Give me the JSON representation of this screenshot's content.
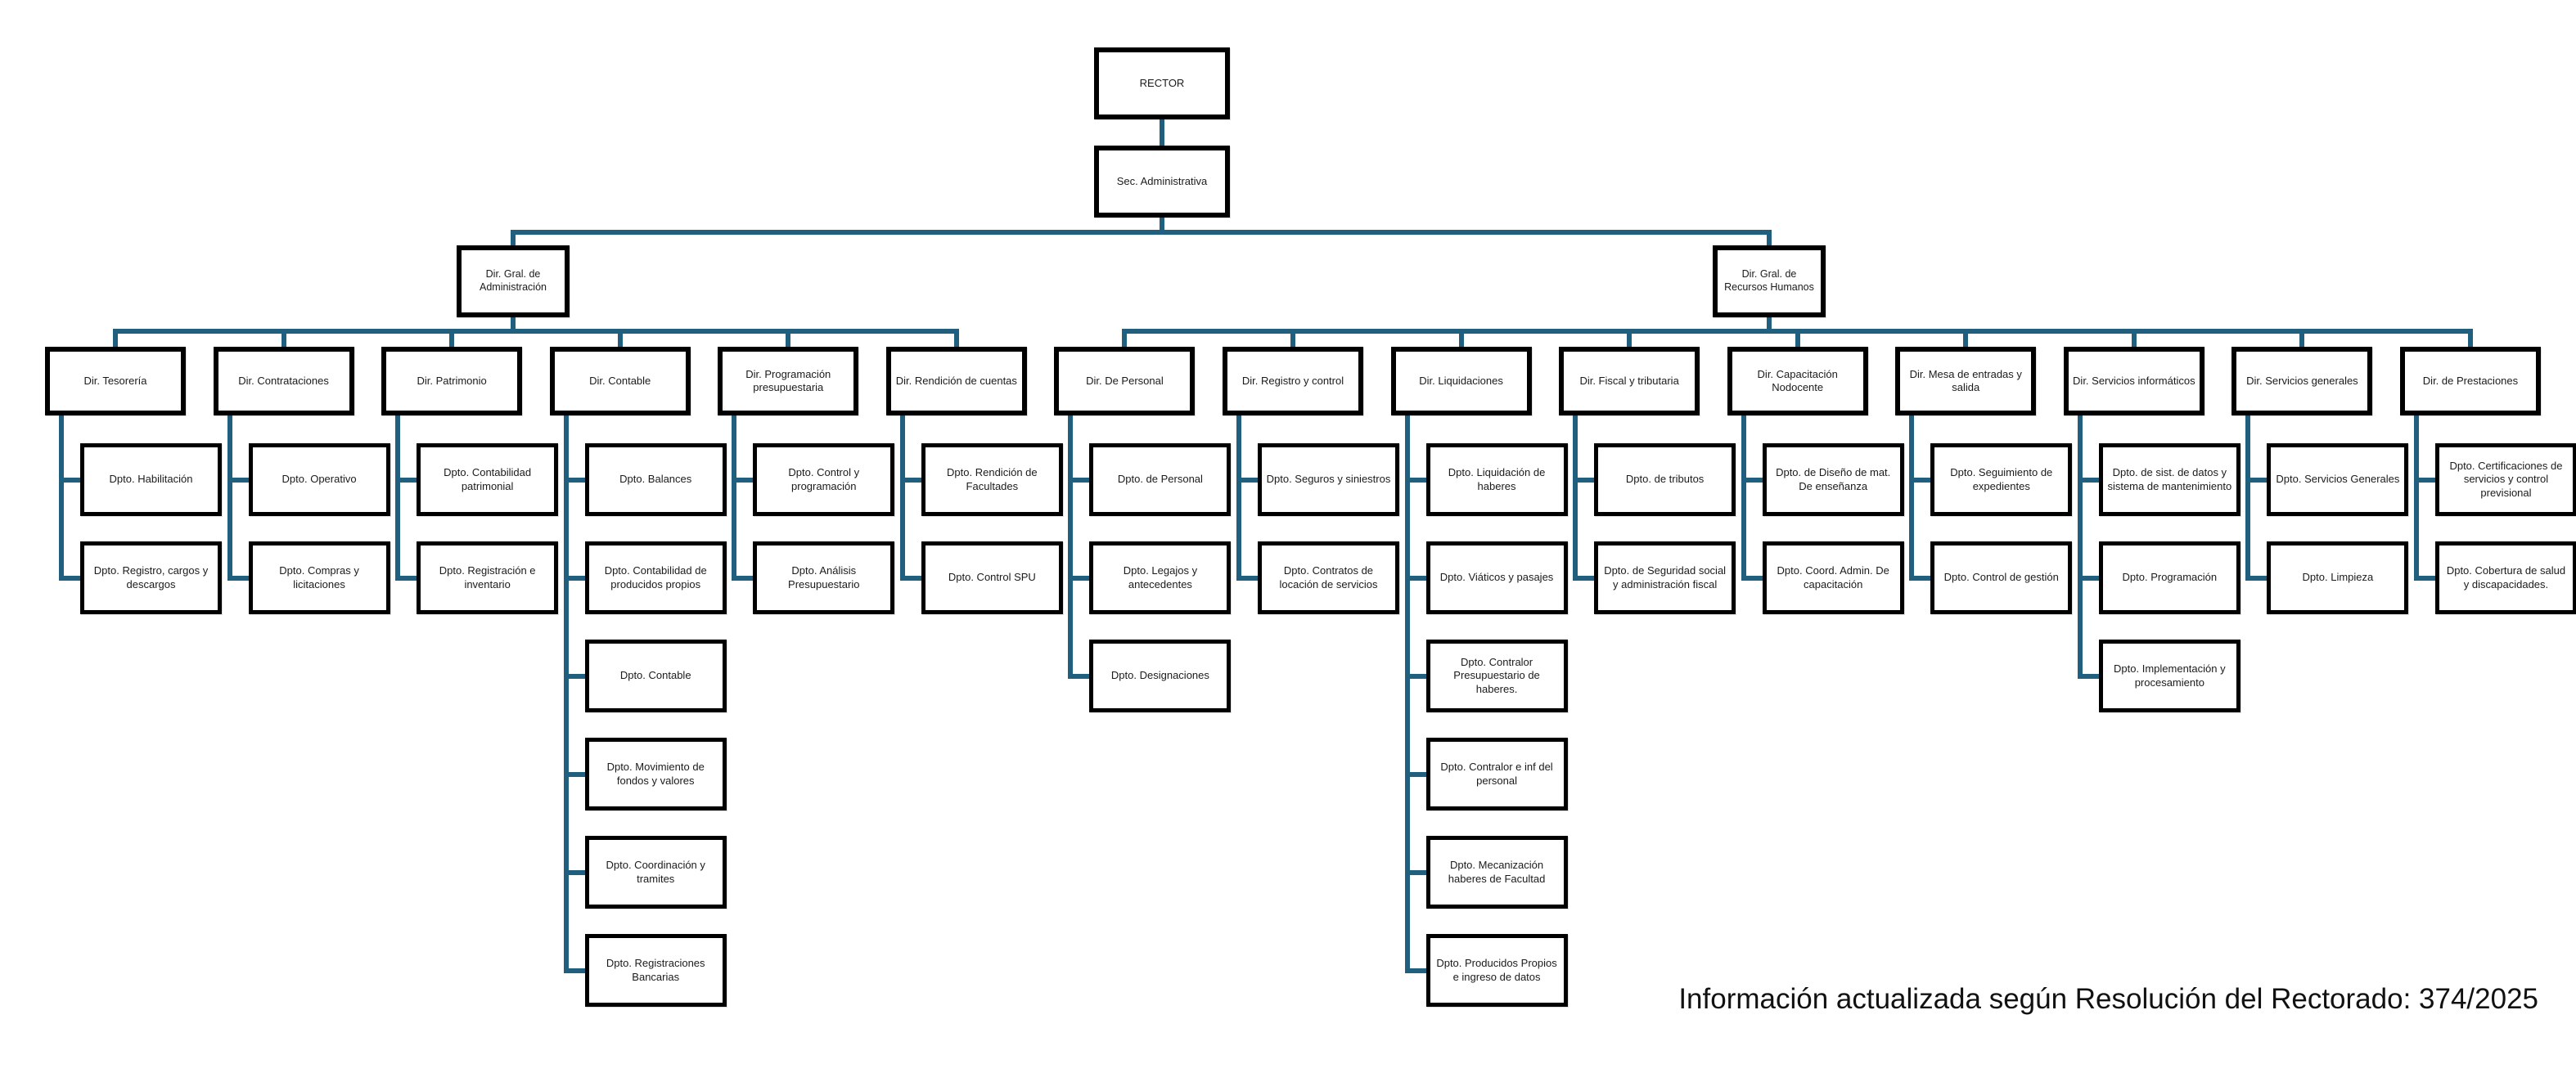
{
  "caption": "Información actualizada según Resolución del Rectorado: 374/2025",
  "colors": {
    "connector": "#215f7e",
    "box_border": "#000000",
    "box_fill": "#ffffff",
    "text": "#1b1b1b",
    "background": "#ffffff"
  },
  "org": {
    "root": "RECTOR",
    "secretariat": "Sec. Administrativa",
    "branches": [
      {
        "label": "Dir. Gral. de Administración",
        "directorates": [
          {
            "label": "Dir. Tesorería",
            "departments": [
              "Dpto. Habilitación",
              "Dpto. Registro, cargos y descargos"
            ]
          },
          {
            "label": "Dir. Contrataciones",
            "departments": [
              "Dpto. Operativo",
              "Dpto. Compras y licitaciones"
            ]
          },
          {
            "label": "Dir. Patrimonio",
            "departments": [
              "Dpto. Contabilidad patrimonial",
              "Dpto. Registración e inventario"
            ]
          },
          {
            "label": "Dir. Contable",
            "departments": [
              "Dpto. Balances",
              "Dpto. Contabilidad de producidos propios",
              "Dpto. Contable",
              "Dpto. Movimiento de fondos y valores",
              "Dpto. Coordinación y tramites",
              "Dpto. Registraciones Bancarias"
            ]
          },
          {
            "label": "Dir. Programación presupuestaria",
            "departments": [
              "Dpto. Control y programación",
              "Dpto. Análisis Presupuestario"
            ]
          },
          {
            "label": "Dir. Rendición de cuentas",
            "departments": [
              "Dpto. Rendición de Facultades",
              "Dpto. Control SPU"
            ]
          }
        ]
      },
      {
        "label": "Dir. Gral. de Recursos Humanos",
        "directorates": [
          {
            "label": "Dir. De Personal",
            "departments": [
              "Dpto. de Personal",
              "Dpto. Legajos y antecedentes",
              "Dpto. Designaciones"
            ]
          },
          {
            "label": "Dir. Registro y control",
            "departments": [
              "Dpto. Seguros y siniestros",
              "Dpto. Contratos de locación de servicios"
            ]
          },
          {
            "label": "Dir. Liquidaciones",
            "departments": [
              "Dpto. Liquidación de haberes",
              "Dpto. Viáticos y pasajes",
              "Dpto. Contralor Presupuestario de haberes.",
              "Dpto. Contralor e inf del personal",
              "Dpto. Mecanización haberes de Facultad",
              "Dpto. Producidos Propios e ingreso de datos"
            ]
          },
          {
            "label": "Dir. Fiscal y tributaria",
            "departments": [
              "Dpto. de tributos",
              "Dpto. de Seguridad social y administración fiscal"
            ]
          },
          {
            "label": "Dir. Capacitación Nodocente",
            "departments": [
              "Dpto. de Diseño de mat. De enseñanza",
              "Dpto. Coord. Admin. De capacitación"
            ]
          },
          {
            "label": "Dir. Mesa de entradas y salida",
            "departments": [
              "Dpto. Seguimiento de expedientes",
              "Dpto. Control de gestión"
            ]
          },
          {
            "label": "Dir. Servicios informáticos",
            "departments": [
              "Dpto. de sist. de datos y sistema de mantenimiento",
              "Dpto. Programación",
              "Dpto. Implementación y procesamiento"
            ]
          },
          {
            "label": "Dir. Servicios generales",
            "departments": [
              "Dpto. Servicios Generales",
              "Dpto. Limpieza"
            ]
          },
          {
            "label": "Dir. de Prestaciones",
            "departments": [
              "Dpto. Certificaciones de servicios y control previsional",
              "Dpto. Cobertura de salud y discapacidades."
            ]
          }
        ]
      }
    ]
  }
}
